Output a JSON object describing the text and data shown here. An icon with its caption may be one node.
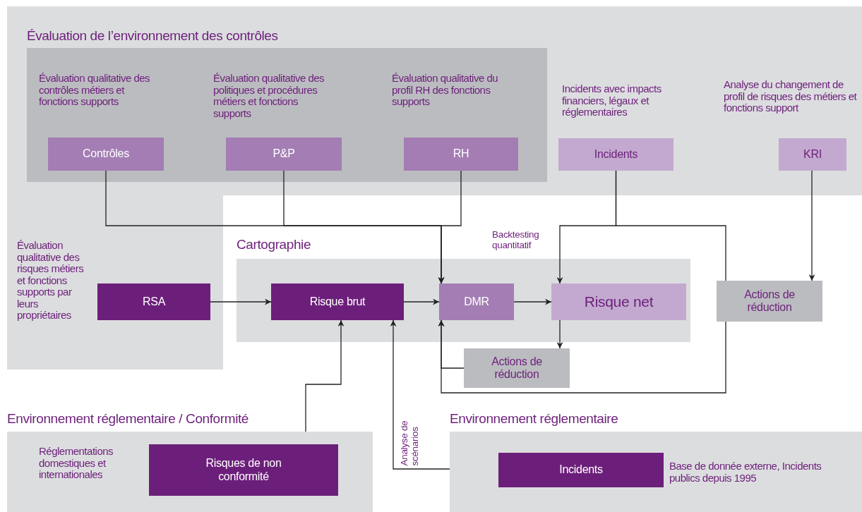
{
  "diagram": {
    "nodes": [
      {
        "text": [],
        "shape": "box"
      },
      {
        "text": [
          "Évaluation de l’environnement des contrôles"
        ],
        "in": 0
      },
      {
        "text": [
          "Contrôles"
        ],
        "beside": [
          "Évaluation qualitative des contrôles métiers et fonctions supports"
        ],
        "in": 1
      },
      {
        "text": [
          "P&P"
        ],
        "beside": [
          "Évaluation qualitative des politiques et procédures métiers et fonctions supports"
        ],
        "in": 1
      },
      {
        "text": [
          "RH"
        ],
        "beside": [
          "Évaluation qualitative du profil RH des fonctions supports"
        ],
        "in": 1
      },
      {
        "text": [
          "Incidents"
        ],
        "beside": [
          "Incidents avec impacts financiers, légaux et réglementaires"
        ],
        "in": 0
      },
      {
        "text": [
          "KRI"
        ],
        "beside": [
          "Analyse du changement de profil de risques des métiers et fonctions support"
        ],
        "in": 0
      },
      {
        "text": [
          "RSA"
        ],
        "beside": [
          "Évaluation qualitative des risques métiers et fonctions supports par leurs propriétaires"
        ],
        "in": 0
      },
      {
        "text": [
          "Cartographie"
        ]
      },
      {
        "text": [
          "Risque brut"
        ],
        "in": 8
      },
      {
        "text": [
          "DMR"
        ],
        "in": 8
      },
      {
        "text": [
          "Risque net"
        ],
        "in": 8
      },
      {
        "text": [
          "Actions de réduction"
        ]
      },
      {
        "text": [
          "Actions de réduction"
        ]
      },
      {
        "text": [
          "Environnement réglementaire / Conformité"
        ]
      },
      {
        "text": [
          "Risques de non conformité"
        ],
        "beside": [
          "Réglementations domestiques et internationales"
        ],
        "in": 14
      },
      {
        "text": [
          "Environnement réglementaire"
        ]
      },
      {
        "text": [
          "Incidents"
        ],
        "beside": [
          "Base de donnée externe, Incidents publics depuis 1995"
        ],
        "in": 16
      }
    ],
    "edges": [
      {
        "from": 2,
        "to": 10,
        "arrow": "to"
      },
      {
        "from": 3,
        "to": 10,
        "arrow": "to"
      },
      {
        "from": 4,
        "to": 10,
        "arrow": "to"
      },
      {
        "from": 5,
        "to": 11,
        "arrow": "to",
        "label": "Backtesting quantitatif"
      },
      {
        "from": 5,
        "to": 13,
        "arrow": "none"
      },
      {
        "from": 13,
        "to": 10,
        "arrow": "to"
      },
      {
        "from": 6,
        "to": 13,
        "arrow": "to"
      },
      {
        "from": 7,
        "to": 9,
        "arrow": "to"
      },
      {
        "from": 9,
        "to": 10,
        "arrow": "to"
      },
      {
        "from": 10,
        "to": 11,
        "arrow": "to"
      },
      {
        "from": 11,
        "to": 12,
        "arrow": "to"
      },
      {
        "from": 12,
        "to": 10,
        "arrow": "to"
      },
      {
        "from": 14,
        "to": 9,
        "arrow": "to"
      },
      {
        "from": 16,
        "to": 9,
        "arrow": "to",
        "label": "Analyse de scénarios"
      }
    ]
  }
}
